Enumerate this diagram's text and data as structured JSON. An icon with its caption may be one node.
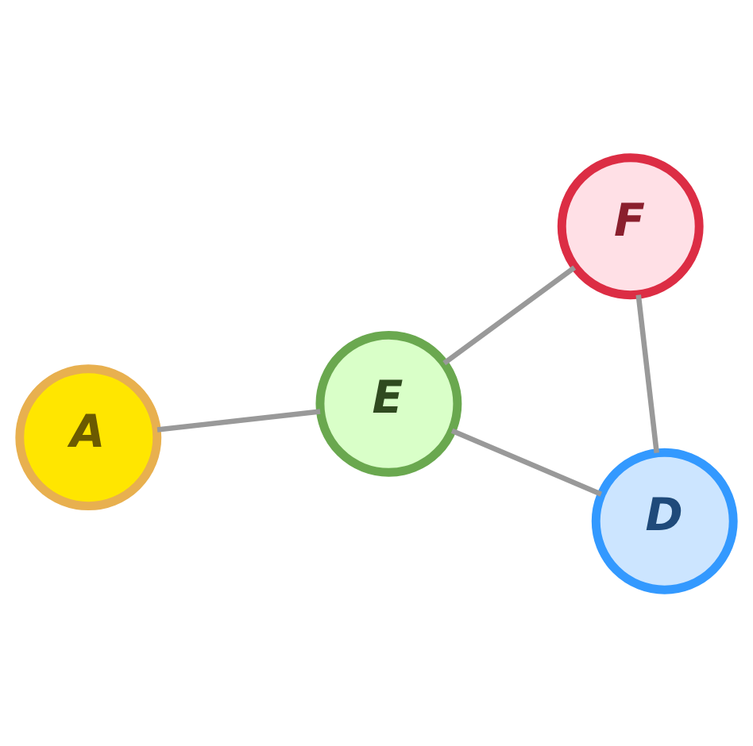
{
  "diagram": {
    "nodes": [
      {
        "text": [
          "A"
        ]
      },
      {
        "text": [
          "E"
        ]
      },
      {
        "text": [
          "D"
        ]
      },
      {
        "text": [
          "F"
        ]
      }
    ],
    "edges": [
      {
        "from": 0,
        "to": 1,
        "arrow": "none"
      },
      {
        "from": 1,
        "to": 2,
        "arrow": "none"
      },
      {
        "from": 1,
        "to": 3,
        "arrow": "none"
      },
      {
        "from": 2,
        "to": 3,
        "arrow": "none"
      }
    ]
  }
}
